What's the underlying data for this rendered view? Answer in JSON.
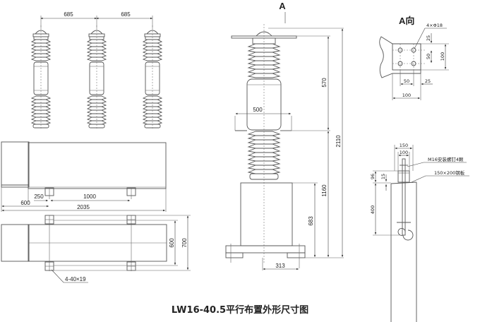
{
  "title": "LW16-40.5平行布置外形尺寸图",
  "front_view": {
    "phase_spacing_1": "685",
    "phase_spacing_2": "685",
    "left_offset": "600",
    "foot_offset": "250",
    "foot_spacing": "1000",
    "overall_length": "2035"
  },
  "plan_view": {
    "inner_width": "600",
    "outer_width": "700",
    "holes_label": "4-40×19"
  },
  "side_view": {
    "view_marker": "A",
    "bracket_width": "500",
    "upper_height": "570",
    "total_height": "2110",
    "mid_height": "1160",
    "base_height": "683",
    "base_offset": "313"
  },
  "a_view": {
    "label": "A向",
    "holes_label": "4×Φ18",
    "dim_top": "25",
    "dim_hole_v": "50",
    "dim_height": "100",
    "dim_hole_h": "50",
    "dim_edge": "25",
    "dim_width": "100"
  },
  "mount_detail": {
    "plate_outer": "150",
    "plate_inner": "100",
    "bolt_label": "M16安装螺钉4颗",
    "plate_label": "150×200钢板",
    "dim_96": "96",
    "dim_15": "15",
    "dim_400": "400"
  }
}
